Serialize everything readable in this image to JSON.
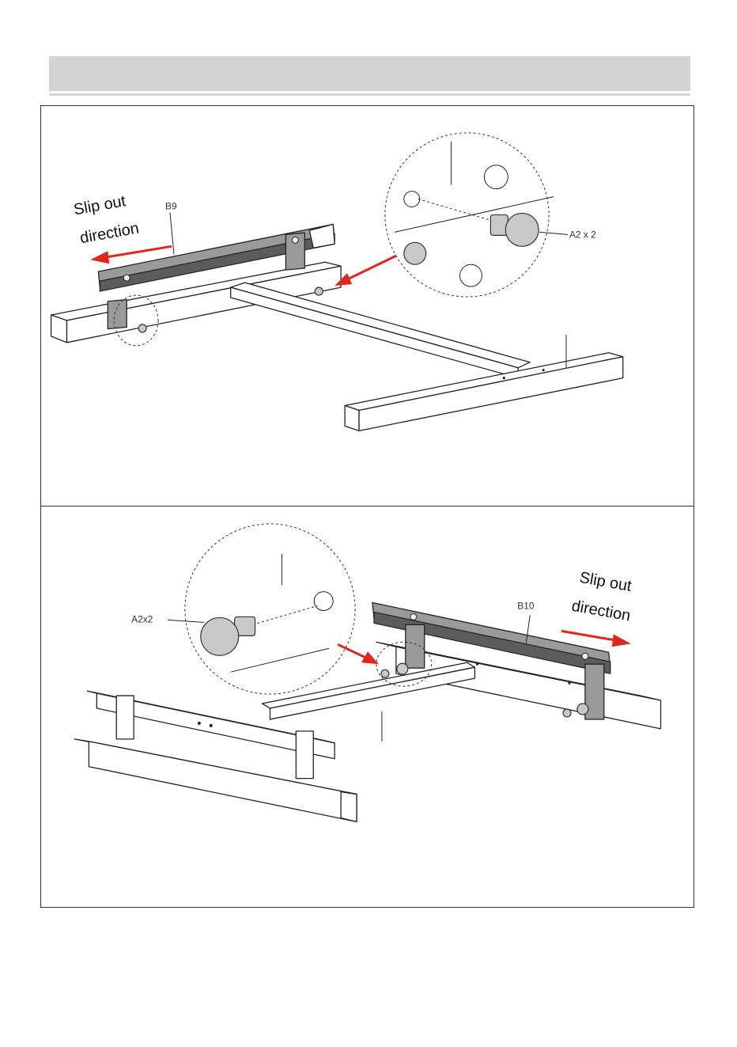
{
  "panel1": {
    "slip_label_line1": "Slip out",
    "slip_label_line2": "direction",
    "part_rail": "B9",
    "part_screw": "A2 x 2"
  },
  "panel2": {
    "slip_label_line1": "Slip out",
    "slip_label_line2": "direction",
    "part_rail": "B10",
    "part_screw": "A2x2"
  },
  "colors": {
    "arrow": "#e1261c",
    "header_band": "#d3d3d3",
    "rail_fill": "#9a9a9a"
  }
}
